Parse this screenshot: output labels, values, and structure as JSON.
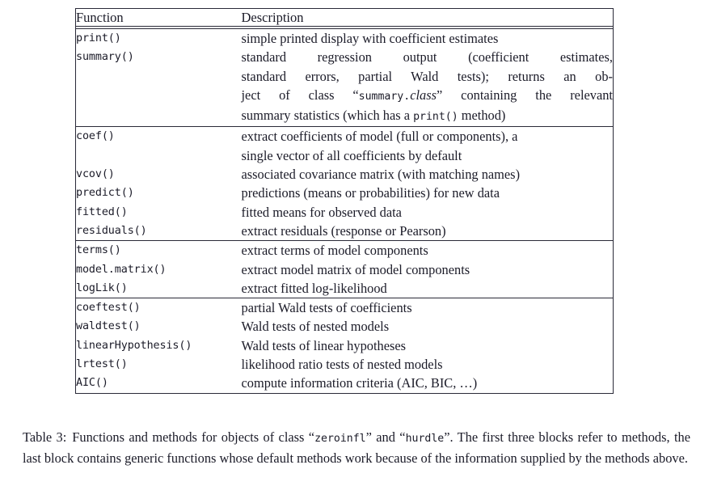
{
  "table": {
    "headers": {
      "function": "Function",
      "description": "Description"
    },
    "blocks": [
      {
        "id": "block-print-summary",
        "rows": [
          {
            "function": "print()",
            "desc_lines": [
              {
                "text": "simple printed display with coefficient estimates",
                "justify": false
              }
            ]
          },
          {
            "function": "summary()",
            "desc_lines": [
              {
                "text": "standard regression output (coefficient estimates,",
                "justify": true
              },
              {
                "text": "standard errors, partial Wald tests); returns an ob-",
                "justify": true
              },
              {
                "text": "ject of class “summary.class” containing the relevant",
                "justify": true,
                "rich": "summary-class"
              },
              {
                "text": "summary statistics (which has a print() method)",
                "justify": false,
                "rich": "print-method"
              }
            ]
          }
        ]
      },
      {
        "id": "block-extractors",
        "rows": [
          {
            "function": "coef()",
            "desc_lines": [
              {
                "text": "extract coefficients of model (full or components), a",
                "justify": false
              },
              {
                "text": "single vector of all coefficients by default",
                "justify": false
              }
            ]
          },
          {
            "function": "vcov()",
            "desc_lines": [
              {
                "text": "associated covariance matrix (with matching names)",
                "justify": false
              }
            ]
          },
          {
            "function": "predict()",
            "desc_lines": [
              {
                "text": "predictions (means or probabilities) for new data",
                "justify": false
              }
            ]
          },
          {
            "function": "fitted()",
            "desc_lines": [
              {
                "text": "fitted means for observed data",
                "justify": false
              }
            ]
          },
          {
            "function": "residuals()",
            "desc_lines": [
              {
                "text": "extract residuals (response or Pearson)",
                "justify": false
              }
            ]
          }
        ]
      },
      {
        "id": "block-model-structure",
        "rows": [
          {
            "function": "terms()",
            "desc_lines": [
              {
                "text": "extract terms of model components",
                "justify": false
              }
            ]
          },
          {
            "function": "model.matrix()",
            "desc_lines": [
              {
                "text": "extract model matrix of model components",
                "justify": false
              }
            ]
          },
          {
            "function": "logLik()",
            "desc_lines": [
              {
                "text": "extract fitted log-likelihood",
                "justify": false
              }
            ]
          }
        ]
      },
      {
        "id": "block-tests",
        "rows": [
          {
            "function": "coeftest()",
            "desc_lines": [
              {
                "text": "partial Wald tests of coefficients",
                "justify": false
              }
            ]
          },
          {
            "function": "waldtest()",
            "desc_lines": [
              {
                "text": "Wald tests of nested models",
                "justify": false
              }
            ]
          },
          {
            "function": "linearHypothesis()",
            "desc_lines": [
              {
                "text": "Wald tests of linear hypotheses",
                "justify": false
              }
            ]
          },
          {
            "function": "lrtest()",
            "desc_lines": [
              {
                "text": "likelihood ratio tests of nested models",
                "justify": false
              }
            ]
          },
          {
            "function": "AIC()",
            "desc_lines": [
              {
                "text": "compute information criteria (AIC, BIC, …)",
                "justify": false
              }
            ]
          }
        ]
      }
    ]
  },
  "caption": {
    "label": "Table 3:",
    "part1": "Functions and methods for objects of class “",
    "class1": "zeroinfl",
    "part2": "” and “",
    "class2": "hurdle",
    "part3": "”.  The first three blocks refer to methods, the last block contains generic functions whose default methods work because of the information supplied by the methods above."
  },
  "colors": {
    "text": "#1b1b28",
    "rule": "#2a2a38",
    "background": "#ffffff"
  }
}
